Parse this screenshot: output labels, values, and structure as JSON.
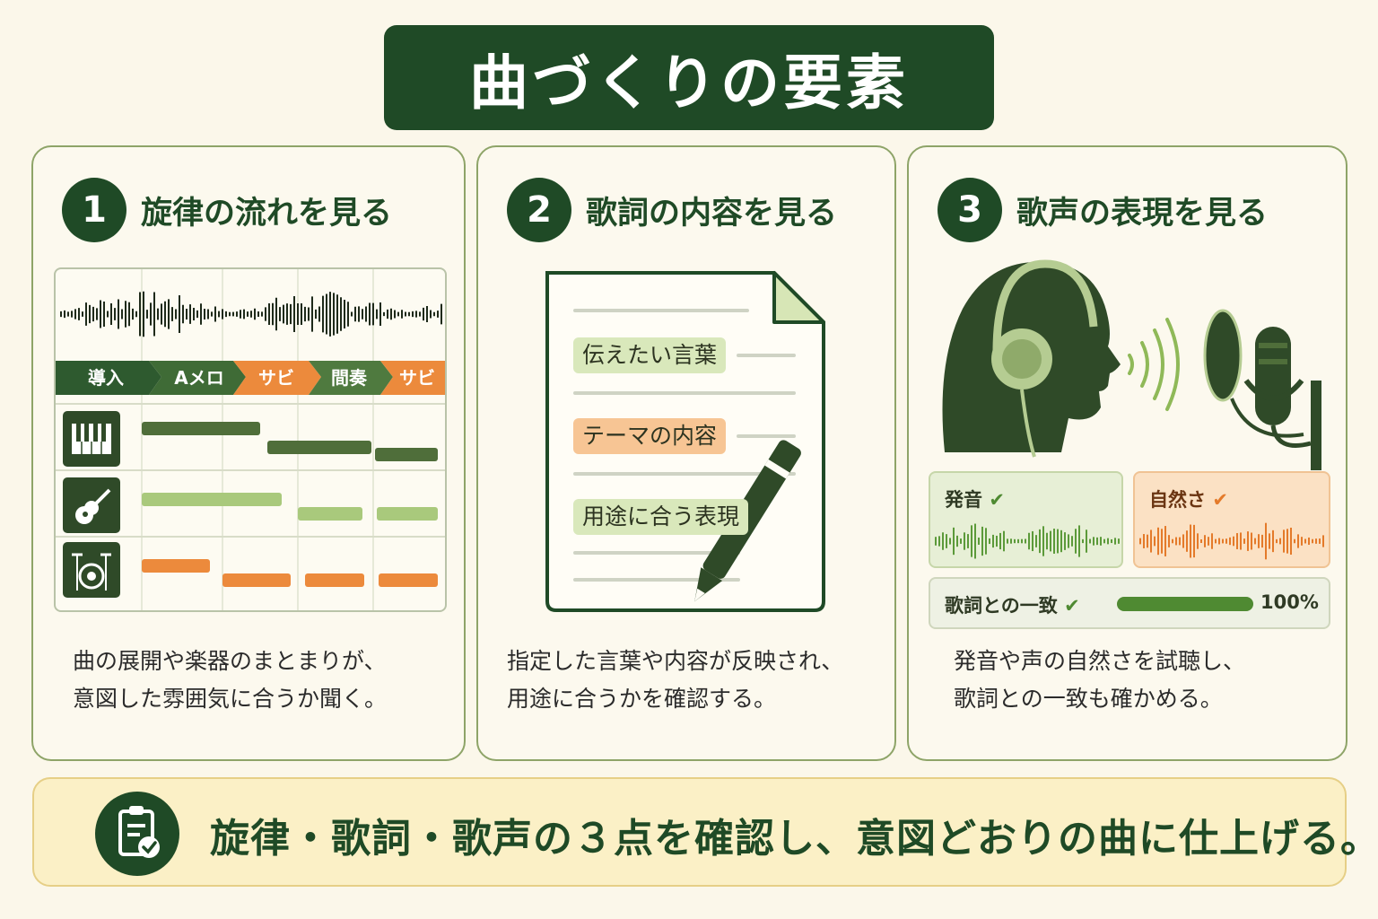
{
  "title": "曲づくりの要素",
  "panels": [
    {
      "number": "1",
      "title": "旋律の流れを見る",
      "segments": [
        "導入",
        "Aメロ",
        "サビ",
        "間奏",
        "サビ"
      ],
      "desc_line1": "曲の展開や楽器のまとまりが、",
      "desc_line2": "意図した雰囲気に合うか聞く。"
    },
    {
      "number": "2",
      "title": "歌詞の内容を見る",
      "tags": [
        "伝えたい言葉",
        "テーマの内容",
        "用途に合う表現"
      ],
      "desc_line1": "指定した言葉や内容が反映され、",
      "desc_line2": "用途に合うかを確認する。"
    },
    {
      "number": "3",
      "title": "歌声の表現を見る",
      "check1": "発音",
      "check2": "自然さ",
      "match_label": "歌詞との一致",
      "match_value": "100%",
      "match_fraction": 1.0,
      "desc_line1": "発音や声の自然さを試聴し、",
      "desc_line2": "歌詞との一致も確かめる。"
    }
  ],
  "summary": "旋律・歌詞・歌声の３点を確認し、意図どおりの曲に仕上げる。",
  "colors": {
    "dark_green": "#1f4a26",
    "mid_green": "#4f6e3a",
    "light_green": "#9fc36f",
    "orange": "#ec8a3c",
    "tag_green": "#d9e8bb",
    "tag_orange": "#f7c594"
  },
  "icons": [
    "piano-icon",
    "guitar-icon",
    "drum-icon",
    "document-icon",
    "pen-icon",
    "headphones-icon",
    "microphone-icon",
    "checkmark-icon",
    "clipboard-check-icon"
  ]
}
